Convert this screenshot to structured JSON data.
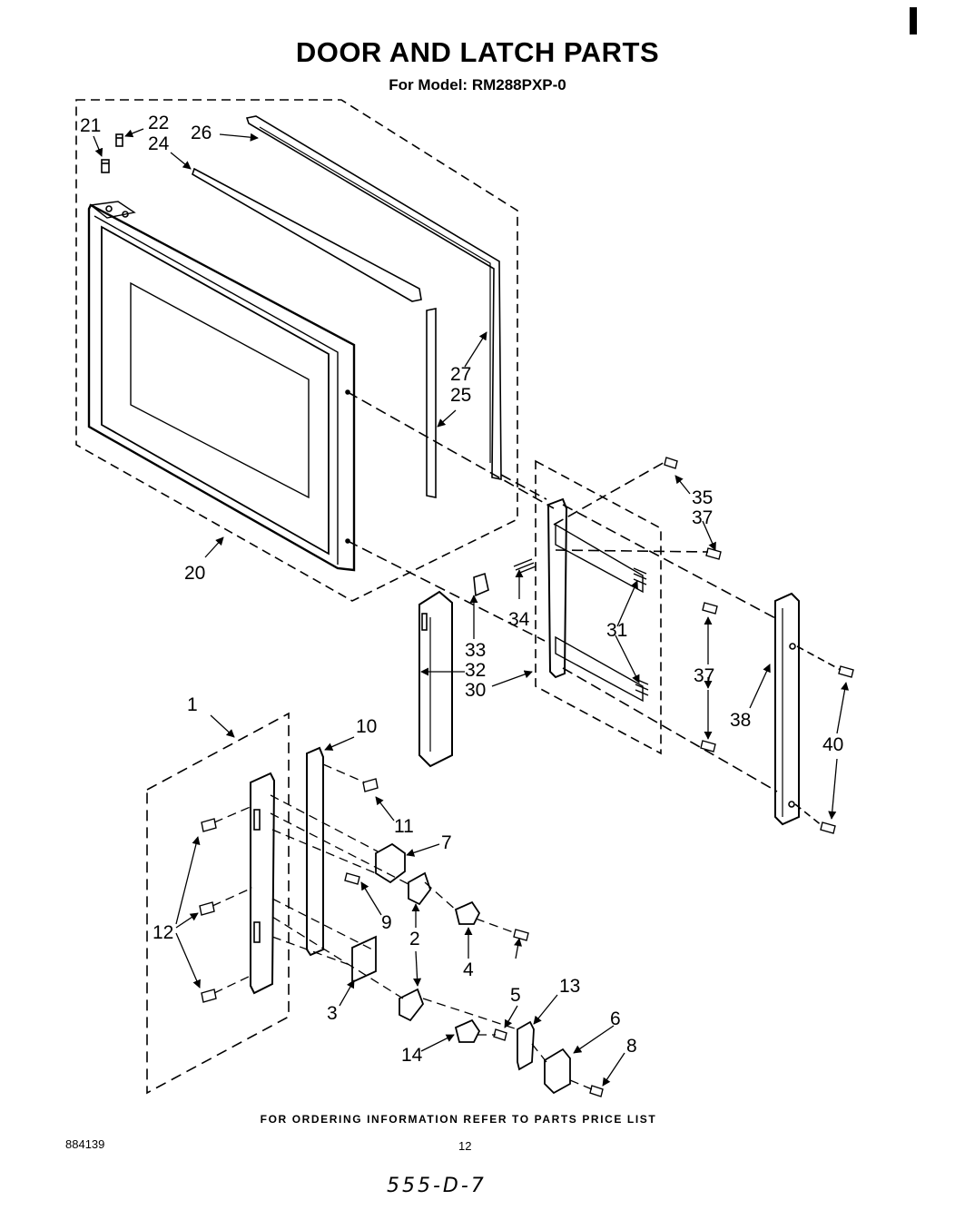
{
  "header": {
    "title": "DOOR AND LATCH PARTS",
    "subtitle": "For Model: RM288PXP-0"
  },
  "callouts": {
    "c1": "1",
    "c2": "2",
    "c3": "3",
    "c4": "4",
    "c5": "5",
    "c6": "6",
    "c7": "7",
    "c8": "8",
    "c9": "9",
    "c10": "10",
    "c11": "11",
    "c12": "12",
    "c13": "13",
    "c14": "14",
    "c20": "20",
    "c21": "21",
    "c22": "22",
    "c24": "24",
    "c25": "25",
    "c26": "26",
    "c27": "27",
    "c30": "30",
    "c31": "31",
    "c32": "32",
    "c33": "33",
    "c34": "34",
    "c35": "35",
    "c37a": "37",
    "c37b": "37",
    "c38": "38",
    "c40": "40"
  },
  "footer": {
    "ordering_note": "FOR ORDERING INFORMATION REFER TO PARTS PRICE LIST",
    "doc_number": "884139",
    "page_number": "12",
    "handwritten_code": "555-D-7"
  }
}
